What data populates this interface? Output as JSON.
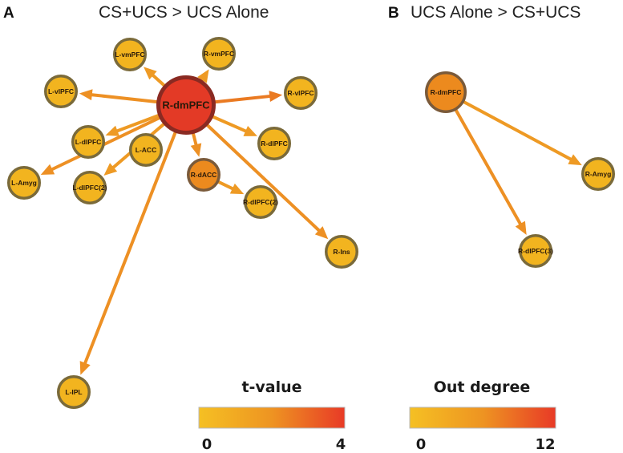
{
  "panel_a": {
    "letter": "A",
    "title": "CS+UCS > UCS Alone",
    "nodes": [
      {
        "id": "R-dmPFC",
        "label": "R-dmPFC",
        "fill": "#e33a26",
        "rim": "#8a2a22"
      },
      {
        "id": "L-vmPFC",
        "label": "L-vmPFC",
        "fill": "#f2b41f",
        "rim": "#7a6a3a"
      },
      {
        "id": "R-vmPFC",
        "label": "R-vmPFC",
        "fill": "#f2b41f",
        "rim": "#7a6a3a"
      },
      {
        "id": "L-vlPFC",
        "label": "L-vlPFC",
        "fill": "#f2b41f",
        "rim": "#7a6a3a"
      },
      {
        "id": "R-vlPFC",
        "label": "R-vlPFC",
        "fill": "#f2b41f",
        "rim": "#7a6a3a"
      },
      {
        "id": "L-dlPFC",
        "label": "L-dlPFC",
        "fill": "#f2b41f",
        "rim": "#7a6a3a"
      },
      {
        "id": "L-ACC",
        "label": "L-ACC",
        "fill": "#f2b41f",
        "rim": "#7a6a3a"
      },
      {
        "id": "R-dlPFC",
        "label": "R-dlPFC",
        "fill": "#f2b41f",
        "rim": "#7a6a3a"
      },
      {
        "id": "L-Amyg",
        "label": "L-Amyg",
        "fill": "#f2b41f",
        "rim": "#7a6a3a"
      },
      {
        "id": "L-dlPFC(2)",
        "label": "L-dlPFC(2)",
        "fill": "#f2b41f",
        "rim": "#7a6a3a"
      },
      {
        "id": "R-dACC",
        "label": "R-dACC",
        "fill": "#ec8a1e",
        "rim": "#7a5a3a"
      },
      {
        "id": "R-dlPFC(2)",
        "label": "R-dlPFC(2)",
        "fill": "#f2b41f",
        "rim": "#7a6a3a"
      },
      {
        "id": "R-Ins",
        "label": "R-Ins",
        "fill": "#f2b41f",
        "rim": "#7a6a3a"
      },
      {
        "id": "L-IPL",
        "label": "L-IPL",
        "fill": "#f2b41f",
        "rim": "#7a6a3a"
      }
    ],
    "edges": [
      {
        "from": "R-dmPFC",
        "to": "L-vmPFC",
        "color": "#ee9a24"
      },
      {
        "from": "R-dmPFC",
        "to": "R-vmPFC",
        "color": "#ee9a24"
      },
      {
        "from": "R-dmPFC",
        "to": "L-vlPFC",
        "color": "#ed9024"
      },
      {
        "from": "R-dmPFC",
        "to": "R-vlPFC",
        "color": "#ea7a22"
      },
      {
        "from": "R-dmPFC",
        "to": "L-dlPFC",
        "color": "#ee9a24"
      },
      {
        "from": "R-dmPFC",
        "to": "L-Amyg",
        "color": "#ed9024"
      },
      {
        "from": "R-dmPFC",
        "to": "L-dlPFC(2)",
        "color": "#ee9a24"
      },
      {
        "from": "R-dmPFC",
        "to": "R-dlPFC",
        "color": "#ee9a24"
      },
      {
        "from": "R-dmPFC",
        "to": "R-dACC",
        "color": "#ed9024"
      },
      {
        "from": "R-dmPFC",
        "to": "R-Ins",
        "color": "#ed9024"
      },
      {
        "from": "R-dmPFC",
        "to": "L-IPL",
        "color": "#ed9024"
      },
      {
        "from": "R-dACC",
        "to": "R-dlPFC(2)",
        "color": "#ee9a24"
      }
    ]
  },
  "panel_b": {
    "letter": "B",
    "title": "UCS Alone > CS+UCS",
    "nodes": [
      {
        "id": "R-dmPFC",
        "label": "R-dmPFC",
        "fill": "#ec8a1e",
        "rim": "#7a5a3a"
      },
      {
        "id": "R-Amyg",
        "label": "R-Amyg",
        "fill": "#f2b41f",
        "rim": "#7a6a3a"
      },
      {
        "id": "R-dlPFC(3)",
        "label": "R-dlPFC(3)",
        "fill": "#f2b41f",
        "rim": "#7a6a3a"
      }
    ],
    "edges": [
      {
        "from": "R-dmPFC",
        "to": "R-Amyg",
        "color": "#ee9a24"
      },
      {
        "from": "R-dmPFC",
        "to": "R-dlPFC(3)",
        "color": "#ed9024"
      }
    ]
  },
  "legends": [
    {
      "title": "t-value",
      "min_label": "0",
      "max_label": "4",
      "gradient": [
        "#f5c023",
        "#ee9422",
        "#e83a26"
      ]
    },
    {
      "title": "Out degree",
      "min_label": "0",
      "max_label": "12",
      "gradient": [
        "#f5c023",
        "#ee9422",
        "#e83a26"
      ]
    }
  ]
}
